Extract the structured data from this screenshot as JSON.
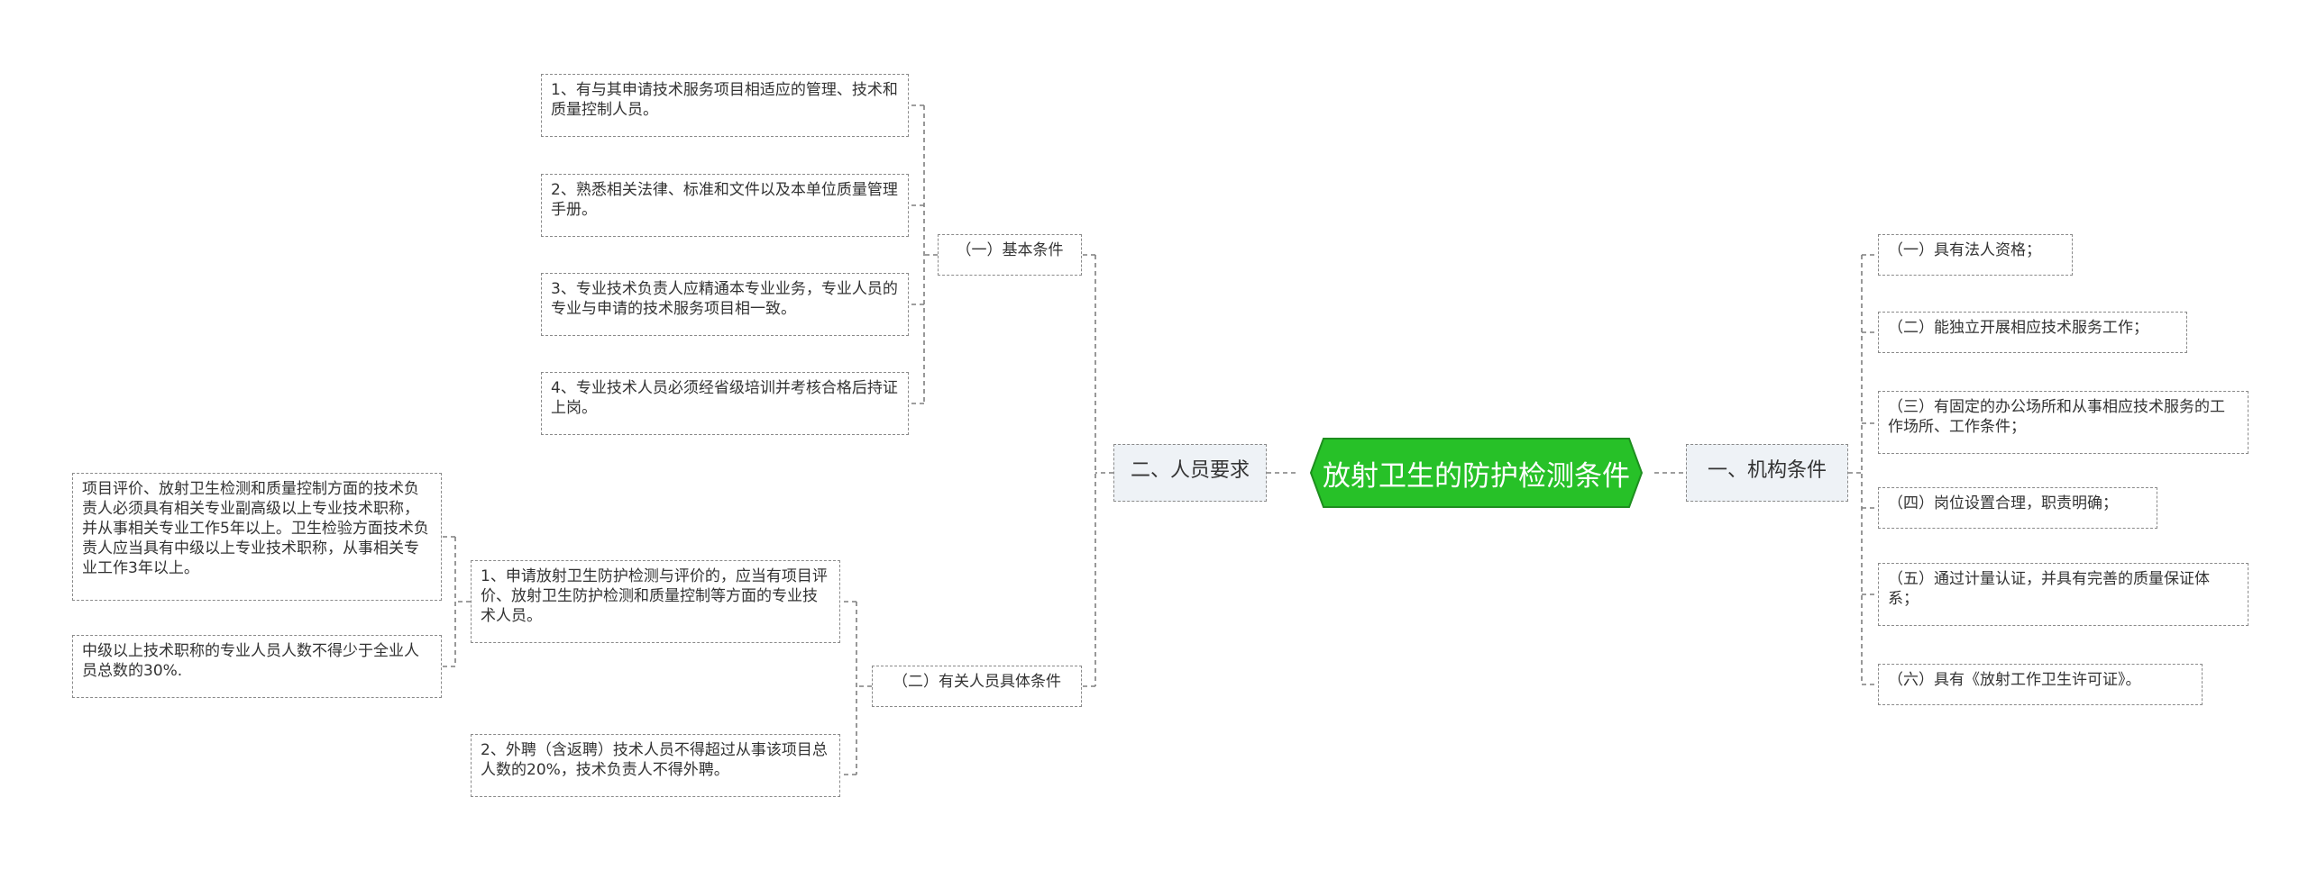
{
  "root": {
    "title": "放射卫生的防护检测条件"
  },
  "colors": {
    "root_fill": "#27c128",
    "root_stroke": "#1e8e1f",
    "branch_fill": "#eef2f6",
    "line": "#7f7f7f"
  },
  "right_branch": {
    "label": "一、机构条件",
    "items": [
      "（一）具有法人资格；",
      "（二）能独立开展相应技术服务工作；",
      "（三）有固定的办公场所和从事相应技术服务的工作场所、工作条件；",
      "（四）岗位设置合理，职责明确；",
      "（五）通过计量认证，并具有完善的质量保证体系；",
      "（六）具有《放射工作卫生许可证》。"
    ]
  },
  "left_branch": {
    "label": "二、人员要求",
    "basic": {
      "label": "（一）基本条件",
      "items": [
        "1、有与其申请技术服务项目相适应的管理、技术和质量控制人员。",
        "2、熟悉相关法律、标准和文件以及本单位质量管理手册。",
        "3、专业技术负责人应精通本专业业务，专业人员的专业与申请的技术服务项目相一致。",
        "4、专业技术人员必须经省级培训并考核合格后持证上岗。"
      ]
    },
    "specific": {
      "label": "（二）有关人员具体条件",
      "item1": {
        "text": "1、申请放射卫生防护检测与评价的，应当有项目评价、放射卫生防护检测和质量控制等方面的专业技术人员。",
        "children": [
          "项目评价、放射卫生检测和质量控制方面的技术负责人必须具有相关专业副高级以上专业技术职称，并从事相关专业工作5年以上。卫生检验方面技术负责人应当具有中级以上专业技术职称，从事相关专业工作3年以上。",
          "中级以上技术职称的专业人员人数不得少于全业人员总数的30%."
        ]
      },
      "item2": {
        "text": "2、外聘（含返聘）技术人员不得超过从事该项目总人数的20%，技术负责人不得外聘。"
      }
    }
  }
}
